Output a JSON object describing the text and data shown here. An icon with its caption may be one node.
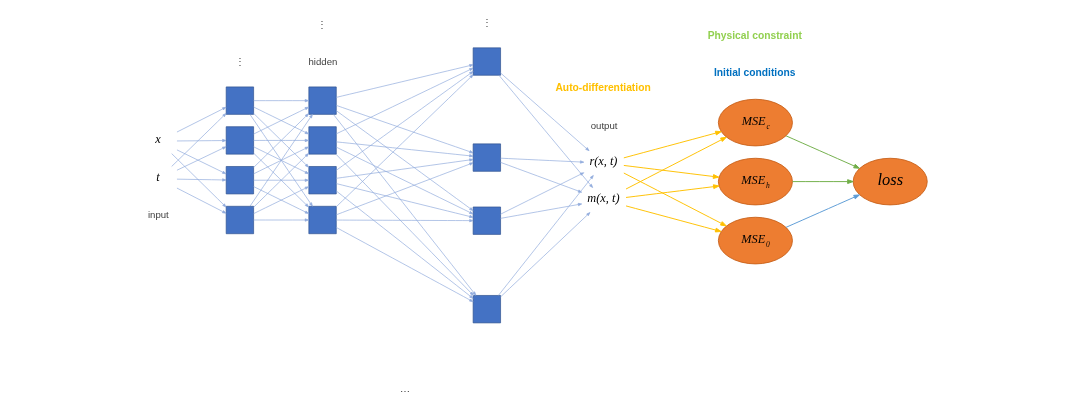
{
  "diagram": {
    "nodes": [
      {
        "text": [
          "x"
        ]
      },
      {
        "text": [
          "t"
        ]
      },
      {
        "text": [],
        "shape": "box"
      },
      {
        "text": [],
        "shape": "box"
      },
      {
        "text": [],
        "shape": "box"
      },
      {
        "text": [],
        "shape": "box"
      },
      {
        "text": [],
        "shape": "box"
      },
      {
        "text": [],
        "shape": "box"
      },
      {
        "text": [],
        "shape": "box"
      },
      {
        "text": [],
        "shape": "box"
      },
      {
        "text": [],
        "shape": "box"
      },
      {
        "text": [],
        "shape": "box"
      },
      {
        "text": [],
        "shape": "box"
      },
      {
        "text": [],
        "shape": "box"
      },
      {
        "text": [
          "r(x, t)"
        ]
      },
      {
        "text": [
          "m(x, t)"
        ]
      },
      {
        "text": [
          "MSE$_{0}$"
        ]
      },
      {
        "text": [
          "MSE$_{c}$"
        ]
      },
      {
        "text": [
          "MSE$_{h}$"
        ]
      },
      {
        "text": [
          "loss"
        ]
      }
    ],
    "edges": [
      {
        "from": 0,
        "to": 2,
        "arrow": "to"
      },
      {
        "from": 0,
        "to": 3,
        "arrow": "to"
      },
      {
        "from": 0,
        "to": 4,
        "arrow": "to"
      },
      {
        "from": 0,
        "to": 5,
        "arrow": "to"
      },
      {
        "from": 1,
        "to": 2,
        "arrow": "to"
      },
      {
        "from": 1,
        "to": 3,
        "arrow": "to"
      },
      {
        "from": 1,
        "to": 4,
        "arrow": "to"
      },
      {
        "from": 1,
        "to": 5,
        "arrow": "to"
      },
      {
        "from": 2,
        "to": 6,
        "arrow": "to"
      },
      {
        "from": 2,
        "to": 7,
        "arrow": "to"
      },
      {
        "from": 2,
        "to": 8,
        "arrow": "to"
      },
      {
        "from": 2,
        "to": 9,
        "arrow": "to"
      },
      {
        "from": 3,
        "to": 6,
        "arrow": "to"
      },
      {
        "from": 3,
        "to": 7,
        "arrow": "to"
      },
      {
        "from": 3,
        "to": 8,
        "arrow": "to"
      },
      {
        "from": 3,
        "to": 9,
        "arrow": "to"
      },
      {
        "from": 4,
        "to": 6,
        "arrow": "to"
      },
      {
        "from": 4,
        "to": 7,
        "arrow": "to"
      },
      {
        "from": 4,
        "to": 8,
        "arrow": "to"
      },
      {
        "from": 4,
        "to": 9,
        "arrow": "to"
      },
      {
        "from": 5,
        "to": 6,
        "arrow": "to"
      },
      {
        "from": 5,
        "to": 7,
        "arrow": "to"
      },
      {
        "from": 5,
        "to": 8,
        "arrow": "to"
      },
      {
        "from": 5,
        "to": 9,
        "arrow": "to"
      },
      {
        "from": 6,
        "to": 10,
        "arrow": "to"
      },
      {
        "from": 6,
        "to": 11,
        "arrow": "to"
      },
      {
        "from": 6,
        "to": 12,
        "arrow": "to"
      },
      {
        "from": 6,
        "to": 13,
        "arrow": "to"
      },
      {
        "from": 7,
        "to": 10,
        "arrow": "to"
      },
      {
        "from": 7,
        "to": 11,
        "arrow": "to"
      },
      {
        "from": 7,
        "to": 12,
        "arrow": "to"
      },
      {
        "from": 7,
        "to": 13,
        "arrow": "to"
      },
      {
        "from": 8,
        "to": 10,
        "arrow": "to"
      },
      {
        "from": 8,
        "to": 11,
        "arrow": "to"
      },
      {
        "from": 8,
        "to": 12,
        "arrow": "to"
      },
      {
        "from": 8,
        "to": 13,
        "arrow": "to"
      },
      {
        "from": 9,
        "to": 10,
        "arrow": "to"
      },
      {
        "from": 9,
        "to": 11,
        "arrow": "to"
      },
      {
        "from": 9,
        "to": 12,
        "arrow": "to"
      },
      {
        "from": 9,
        "to": 13,
        "arrow": "to"
      },
      {
        "from": 10,
        "to": 14,
        "arrow": "to"
      },
      {
        "from": 10,
        "to": 15,
        "arrow": "to"
      },
      {
        "from": 11,
        "to": 14,
        "arrow": "to"
      },
      {
        "from": 11,
        "to": 15,
        "arrow": "to"
      },
      {
        "from": 12,
        "to": 14,
        "arrow": "to"
      },
      {
        "from": 12,
        "to": 15,
        "arrow": "to"
      },
      {
        "from": 13,
        "to": 14,
        "arrow": "to"
      },
      {
        "from": 13,
        "to": 15,
        "arrow": "to"
      },
      {
        "from": 14,
        "to": 16,
        "arrow": "to",
        "color": "#ffc000"
      },
      {
        "from": 14,
        "to": 17,
        "arrow": "to",
        "color": "#ffc000"
      },
      {
        "from": 14,
        "to": 18,
        "arrow": "to",
        "color": "#ffc000"
      },
      {
        "from": 15,
        "to": 16,
        "arrow": "to",
        "color": "#ffc000"
      },
      {
        "from": 15,
        "to": 17,
        "arrow": "to",
        "color": "#ffc000"
      },
      {
        "from": 15,
        "to": 18,
        "arrow": "to",
        "color": "#ffc000"
      },
      {
        "from": 16,
        "to": 19,
        "arrow": "to",
        "color": "#5b9bd5"
      },
      {
        "from": 17,
        "to": 19,
        "arrow": "to",
        "color": "#70ad47"
      },
      {
        "from": 18,
        "to": 19,
        "arrow": "to",
        "color": "#70ad47"
      }
    ],
    "labels": [
      "input",
      "hidden",
      "output",
      "⋮",
      "⋮",
      "⋯",
      "⋮",
      "Auto-differentiation",
      "Initial conditions",
      "Physical constraint"
    ]
  }
}
